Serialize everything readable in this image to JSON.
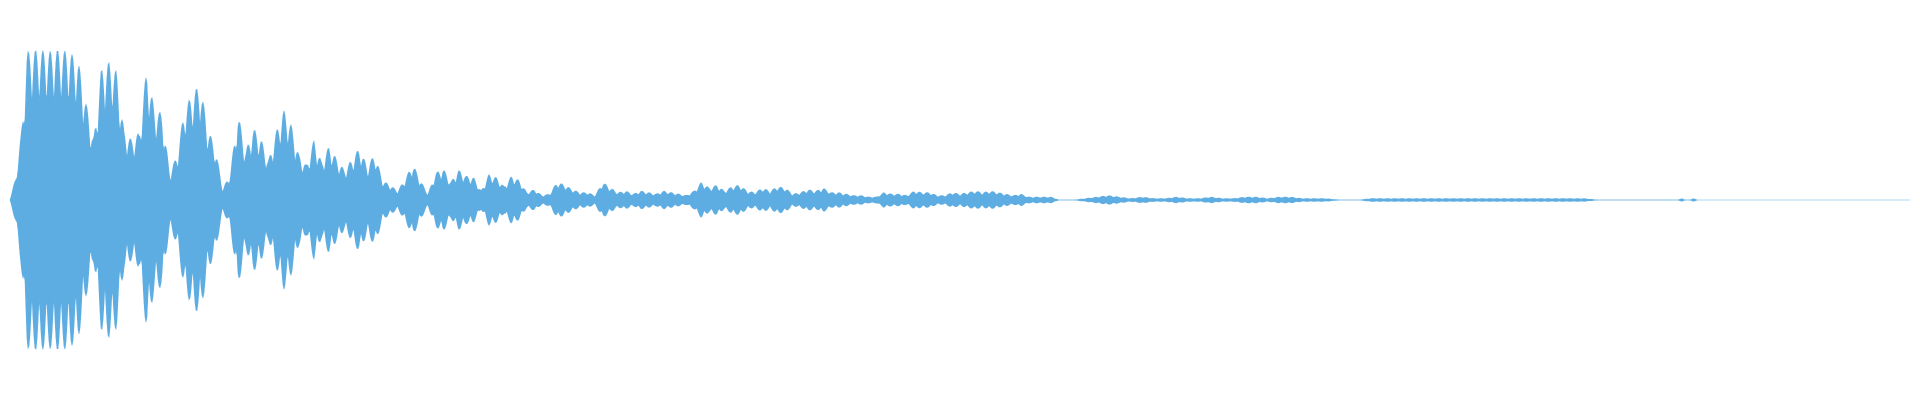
{
  "waveform": {
    "color": "#5DADE2",
    "background": "#FFFFFF",
    "envelope": [
      [
        0.0,
        0.0
      ],
      [
        0.003,
        0.15
      ],
      [
        0.006,
        0.45
      ],
      [
        0.009,
        0.99
      ],
      [
        0.012,
        1.0
      ],
      [
        0.016,
        1.0
      ],
      [
        0.02,
        0.99
      ],
      [
        0.024,
        1.0
      ],
      [
        0.028,
        1.0
      ],
      [
        0.032,
        0.98
      ],
      [
        0.036,
        0.92
      ],
      [
        0.04,
        0.65
      ],
      [
        0.044,
        0.4
      ],
      [
        0.048,
        0.87
      ],
      [
        0.052,
        0.92
      ],
      [
        0.056,
        0.86
      ],
      [
        0.06,
        0.46
      ],
      [
        0.064,
        0.4
      ],
      [
        0.068,
        0.45
      ],
      [
        0.072,
        0.88
      ],
      [
        0.076,
        0.6
      ],
      [
        0.08,
        0.58
      ],
      [
        0.084,
        0.18
      ],
      [
        0.088,
        0.3
      ],
      [
        0.092,
        0.62
      ],
      [
        0.096,
        0.7
      ],
      [
        0.1,
        0.78
      ],
      [
        0.104,
        0.48
      ],
      [
        0.108,
        0.35
      ],
      [
        0.112,
        0.07
      ],
      [
        0.116,
        0.18
      ],
      [
        0.12,
        0.58
      ],
      [
        0.124,
        0.32
      ],
      [
        0.128,
        0.48
      ],
      [
        0.132,
        0.41
      ],
      [
        0.136,
        0.26
      ],
      [
        0.14,
        0.45
      ],
      [
        0.144,
        0.6
      ],
      [
        0.148,
        0.5
      ],
      [
        0.152,
        0.3
      ],
      [
        0.156,
        0.23
      ],
      [
        0.16,
        0.4
      ],
      [
        0.164,
        0.25
      ],
      [
        0.168,
        0.36
      ],
      [
        0.172,
        0.27
      ],
      [
        0.176,
        0.2
      ],
      [
        0.18,
        0.27
      ],
      [
        0.184,
        0.35
      ],
      [
        0.188,
        0.22
      ],
      [
        0.192,
        0.31
      ],
      [
        0.196,
        0.13
      ],
      [
        0.2,
        0.1
      ],
      [
        0.204,
        0.06
      ],
      [
        0.208,
        0.14
      ],
      [
        0.212,
        0.24
      ],
      [
        0.216,
        0.13
      ],
      [
        0.22,
        0.04
      ],
      [
        0.224,
        0.18
      ],
      [
        0.228,
        0.21
      ],
      [
        0.232,
        0.12
      ],
      [
        0.236,
        0.2
      ],
      [
        0.24,
        0.16
      ],
      [
        0.244,
        0.15
      ],
      [
        0.248,
        0.06
      ],
      [
        0.252,
        0.17
      ],
      [
        0.256,
        0.15
      ],
      [
        0.26,
        0.09
      ],
      [
        0.264,
        0.16
      ],
      [
        0.268,
        0.13
      ],
      [
        0.272,
        0.05
      ],
      [
        0.276,
        0.07
      ],
      [
        0.28,
        0.03
      ],
      [
        0.284,
        0.04
      ],
      [
        0.288,
        0.12
      ],
      [
        0.292,
        0.1
      ],
      [
        0.296,
        0.07
      ],
      [
        0.3,
        0.05
      ],
      [
        0.304,
        0.05
      ],
      [
        0.308,
        0.03
      ],
      [
        0.312,
        0.12
      ],
      [
        0.316,
        0.08
      ],
      [
        0.32,
        0.05
      ],
      [
        0.324,
        0.06
      ],
      [
        0.328,
        0.04
      ],
      [
        0.332,
        0.06
      ],
      [
        0.336,
        0.05
      ],
      [
        0.34,
        0.04
      ],
      [
        0.344,
        0.06
      ],
      [
        0.348,
        0.05
      ],
      [
        0.352,
        0.04
      ],
      [
        0.356,
        0.03
      ],
      [
        0.36,
        0.06
      ],
      [
        0.364,
        0.12
      ],
      [
        0.368,
        0.08
      ],
      [
        0.372,
        0.1
      ],
      [
        0.376,
        0.06
      ],
      [
        0.38,
        0.09
      ],
      [
        0.384,
        0.1
      ],
      [
        0.388,
        0.06
      ],
      [
        0.392,
        0.05
      ],
      [
        0.396,
        0.08
      ],
      [
        0.4,
        0.06
      ],
      [
        0.404,
        0.09
      ],
      [
        0.408,
        0.08
      ],
      [
        0.412,
        0.04
      ],
      [
        0.416,
        0.05
      ],
      [
        0.42,
        0.07
      ],
      [
        0.424,
        0.06
      ],
      [
        0.428,
        0.08
      ],
      [
        0.432,
        0.05
      ],
      [
        0.436,
        0.05
      ],
      [
        0.44,
        0.04
      ],
      [
        0.444,
        0.03
      ],
      [
        0.448,
        0.03
      ],
      [
        0.452,
        0.02
      ],
      [
        0.456,
        0.02
      ],
      [
        0.46,
        0.05
      ],
      [
        0.464,
        0.04
      ],
      [
        0.468,
        0.04
      ],
      [
        0.472,
        0.03
      ],
      [
        0.476,
        0.06
      ],
      [
        0.48,
        0.05
      ],
      [
        0.484,
        0.05
      ],
      [
        0.488,
        0.03
      ],
      [
        0.492,
        0.03
      ],
      [
        0.496,
        0.05
      ],
      [
        0.5,
        0.04
      ],
      [
        0.504,
        0.05
      ],
      [
        0.508,
        0.06
      ],
      [
        0.512,
        0.05
      ],
      [
        0.516,
        0.06
      ],
      [
        0.52,
        0.05
      ],
      [
        0.524,
        0.04
      ],
      [
        0.528,
        0.03
      ],
      [
        0.532,
        0.04
      ],
      [
        0.536,
        0.02
      ],
      [
        0.54,
        0.02
      ],
      [
        0.544,
        0.02
      ],
      [
        0.548,
        0.02
      ],
      [
        0.552,
        0.0
      ],
      [
        0.56,
        0.0
      ],
      [
        0.566,
        0.01
      ],
      [
        0.572,
        0.02
      ],
      [
        0.578,
        0.03
      ],
      [
        0.584,
        0.02
      ],
      [
        0.59,
        0.01
      ],
      [
        0.596,
        0.02
      ],
      [
        0.602,
        0.01
      ],
      [
        0.608,
        0.01
      ],
      [
        0.614,
        0.02
      ],
      [
        0.62,
        0.01
      ],
      [
        0.626,
        0.01
      ],
      [
        0.632,
        0.02
      ],
      [
        0.638,
        0.01
      ],
      [
        0.644,
        0.01
      ],
      [
        0.65,
        0.02
      ],
      [
        0.656,
        0.02
      ],
      [
        0.662,
        0.01
      ],
      [
        0.668,
        0.02
      ],
      [
        0.674,
        0.02
      ],
      [
        0.68,
        0.01
      ],
      [
        0.686,
        0.01
      ],
      [
        0.692,
        0.01
      ],
      [
        0.7,
        0.0
      ],
      [
        0.71,
        0.0
      ],
      [
        0.716,
        0.01
      ],
      [
        0.724,
        0.01
      ],
      [
        0.732,
        0.01
      ],
      [
        0.74,
        0.01
      ],
      [
        0.748,
        0.01
      ],
      [
        0.756,
        0.01
      ],
      [
        0.764,
        0.01
      ],
      [
        0.772,
        0.01
      ],
      [
        0.78,
        0.01
      ],
      [
        0.788,
        0.01
      ],
      [
        0.796,
        0.01
      ],
      [
        0.804,
        0.01
      ],
      [
        0.812,
        0.01
      ],
      [
        0.82,
        0.01
      ],
      [
        0.828,
        0.01
      ],
      [
        0.836,
        0.0
      ],
      [
        0.86,
        0.0
      ],
      [
        0.878,
        0.0
      ],
      [
        0.88,
        0.01
      ],
      [
        0.882,
        0.0
      ],
      [
        0.884,
        0.0
      ],
      [
        0.886,
        0.01
      ],
      [
        0.888,
        0.0
      ],
      [
        1.0,
        0.0
      ]
    ],
    "oscillation_cycles": 260
  }
}
